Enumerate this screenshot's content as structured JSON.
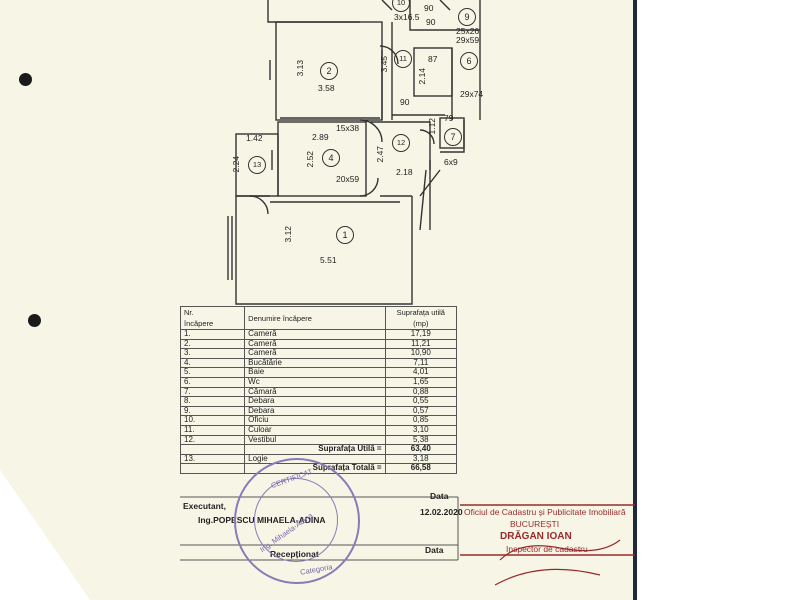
{
  "plan": {
    "rooms": [
      {
        "id": "room-1",
        "num": "1"
      },
      {
        "id": "room-2",
        "num": "2"
      },
      {
        "id": "room-4",
        "num": "4"
      },
      {
        "id": "room-6",
        "num": "6"
      },
      {
        "id": "room-7",
        "num": "7"
      },
      {
        "id": "room-9",
        "num": "9"
      },
      {
        "id": "room-10",
        "num": "10"
      },
      {
        "id": "room-11",
        "num": "11"
      },
      {
        "id": "room-12",
        "num": "12"
      },
      {
        "id": "room-13",
        "num": "13"
      }
    ],
    "dims": {
      "d_313": "3.13",
      "d_358": "3.58",
      "d_345": "3.45",
      "d_90a": "90",
      "d_90b": "90",
      "d_90c": "90",
      "d_3x16": "3x16.5",
      "d_25x26": "25x26",
      "d_29x59": "29x59",
      "d_87": "87",
      "d_214": "2.14",
      "d_29x74": "29x74",
      "d_79": "79",
      "d_112": "1.12",
      "d_6x9": "6x9",
      "d_142": "1.42",
      "d_289": "2.89",
      "d_15x38": "15x38",
      "d_224": "2.24",
      "d_252": "2.52",
      "d_247": "2.47",
      "d_218": "2.18",
      "d_20x59": "20x59",
      "d_312": "3.12",
      "d_551": "5.51"
    }
  },
  "table": {
    "header": {
      "nr": "Nr.",
      "incapere": "încăpere",
      "denumire": "Denumire încăpere",
      "suprafata": "Suprafața utilă",
      "mp": "(mp)"
    },
    "rows": [
      {
        "nr": "1.",
        "name": "Cameră",
        "area": "17,19"
      },
      {
        "nr": "2.",
        "name": "Cameră",
        "area": "11,21"
      },
      {
        "nr": "3.",
        "name": "Cameră",
        "area": "10,90"
      },
      {
        "nr": "4.",
        "name": "Bucătărie",
        "area": "7,11"
      },
      {
        "nr": "5.",
        "name": "Baie",
        "area": "4,01"
      },
      {
        "nr": "6.",
        "name": "Wc",
        "area": "1,65"
      },
      {
        "nr": "7.",
        "name": "Cămară",
        "area": "0,88"
      },
      {
        "nr": "8.",
        "name": "Debara",
        "area": "0,55"
      },
      {
        "nr": "9.",
        "name": "Debara",
        "area": "0,57"
      },
      {
        "nr": "10.",
        "name": "Oficiu",
        "area": "0,85"
      },
      {
        "nr": "11.",
        "name": "Culoar",
        "area": "3,10"
      },
      {
        "nr": "12.",
        "name": "Vestibul",
        "area": "5,38"
      }
    ],
    "suprafata_utila_label": "Suprafața Utilă =",
    "suprafata_utila_value": "63,40",
    "loggia": {
      "nr": "13.",
      "name": "Logie",
      "area": "3,18"
    },
    "suprafata_totala_label": "Suprafața Totală =",
    "suprafata_totala_value": "66,58"
  },
  "signatures": {
    "executant_label": "Executant,",
    "executant_name": "Ing.POPESCU MIHAELA-ADINA",
    "receptionat_label": "Recepționat",
    "data_label_1": "Data",
    "data_value": "12.02.2020",
    "data_label_2": "Data"
  },
  "stamp_red": {
    "line1": "Oficiul de Cadastru și Publicitate Imobiliară",
    "line2": "BUCUREȘTI",
    "name": "DRĂGAN IOAN",
    "role": "Inspector de cadastru"
  },
  "stamp_blue": {
    "line1": "CERTIFICAT",
    "name": "Ing. Mihaela-Adina",
    "line3": "Categoria"
  },
  "colors": {
    "paper": "#f7f6e6",
    "ink": "#222222",
    "stamp_red": "#9a2a2a",
    "stamp_blue": "#7a68a8",
    "background": "#ffffff"
  }
}
